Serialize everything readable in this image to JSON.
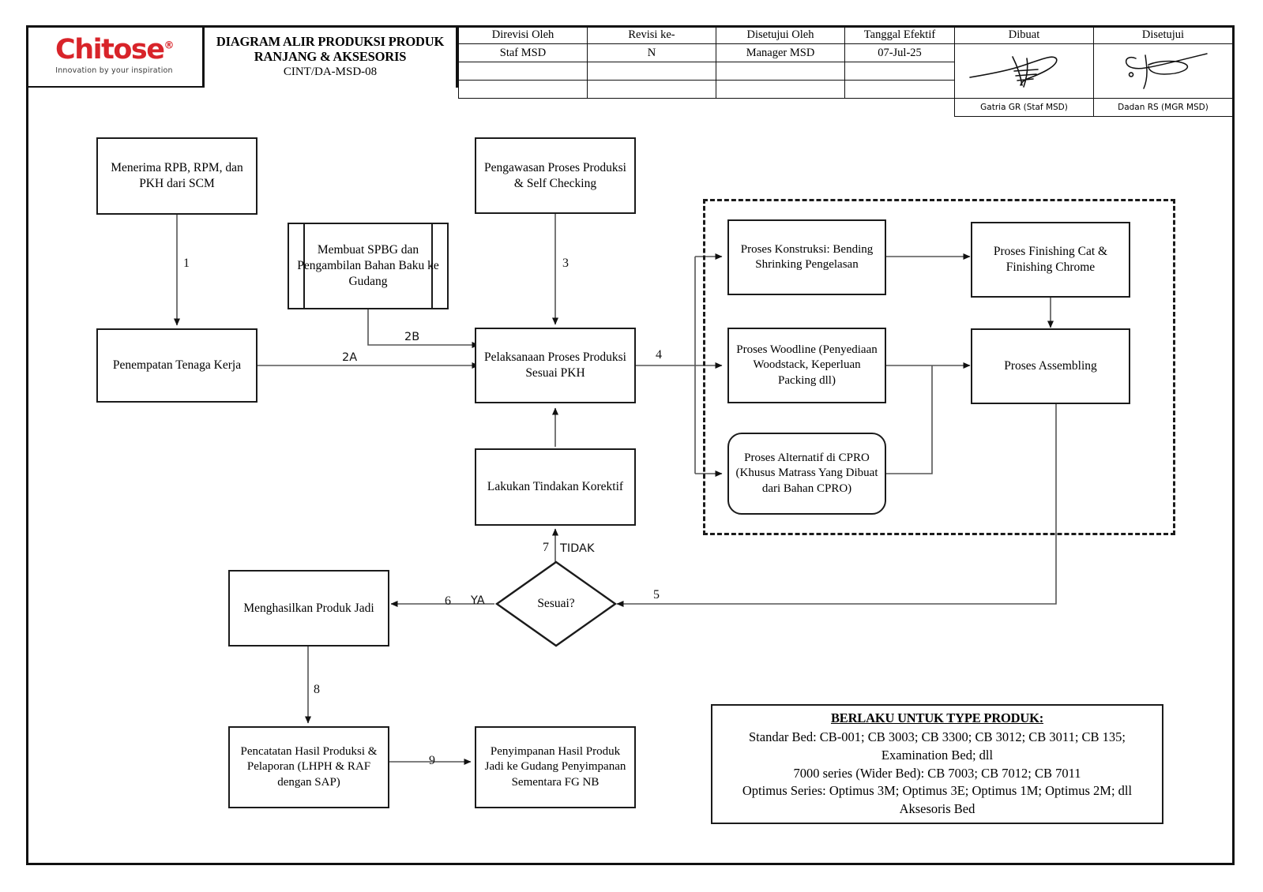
{
  "header": {
    "logo": {
      "word": "Chitose",
      "registered": "®",
      "tagline": "Innovation by your inspiration"
    },
    "title_line1": "DIAGRAM ALIR PRODUKSI PRODUK",
    "title_line2": "RANJANG & AKSESORIS",
    "doc_code": "CINT/DA-MSD-08",
    "columns": [
      {
        "header": "Direvisi Oleh",
        "value": "Staf MSD"
      },
      {
        "header": "Revisi ke-",
        "value": "N"
      },
      {
        "header": "Disetujui Oleh",
        "value": "Manager MSD"
      },
      {
        "header": "Tanggal Efektif",
        "value": "07-Jul-25"
      }
    ],
    "signatures": [
      {
        "header": "Dibuat",
        "name": "Gatria GR (Staf MSD)"
      },
      {
        "header": "Disetujui",
        "name": "Dadan RS (MGR MSD)"
      }
    ]
  },
  "flowchart": {
    "nodes": {
      "menerima": "Menerima RPB, RPM, dan PKH dari SCM",
      "penempatan": "Penempatan Tenaga Kerja",
      "membuat_spbg": "Membuat SPBG dan Pengambilan Bahan Baku ke Gudang",
      "pengawasan": "Pengawasan Proses Produksi & Self Checking",
      "pelaksanaan": "Pelaksanaan Proses Produksi Sesuai PKH",
      "konstruksi": "Proses Konstruksi: Bending Shrinking Pengelasan",
      "finishing": "Proses Finishing Cat & Finishing Chrome",
      "woodline": "Proses Woodline (Penyediaan Woodstack, Keperluan Packing dll)",
      "assembling": "Proses Assembling",
      "alternatif": "Proses Alternatif di CPRO (Khusus Matrass Yang Dibuat dari Bahan CPRO)",
      "tindakan": "Lakukan Tindakan Korektif",
      "sesuai": "Sesuai?",
      "menghasilkan": "Menghasilkan Produk Jadi",
      "pencatatan": "Pencatatan Hasil Produksi & Pelaporan (LHPH & RAF dengan SAP)",
      "penyimpanan": "Penyimpanan Hasil Produk Jadi ke Gudang Penyimpanan Sementara FG NB"
    },
    "edge_labels": {
      "e1": "1",
      "e2a": "2A",
      "e2b": "2B",
      "e3": "3",
      "e4": "4",
      "e5": "5",
      "e6": "6",
      "e6_yes": "YA",
      "e7": "7",
      "e7_no": "TIDAK",
      "e8": "8",
      "e9": "9"
    }
  },
  "note": {
    "title": "BERLAKU UNTUK TYPE PRODUK:",
    "lines": [
      "Standar Bed: CB-001; CB 3003; CB 3300; CB 3012; CB 3011; CB 135;",
      "Examination Bed; dll",
      "7000 series (Wider Bed): CB 7003; CB 7012; CB 7011",
      "Optimus Series: Optimus 3M; Optimus 3E; Optimus 1M; Optimus 2M; dll",
      "Aksesoris Bed"
    ]
  },
  "colors": {
    "brand_red": "#d8242a",
    "line": "#1b1b1b"
  }
}
